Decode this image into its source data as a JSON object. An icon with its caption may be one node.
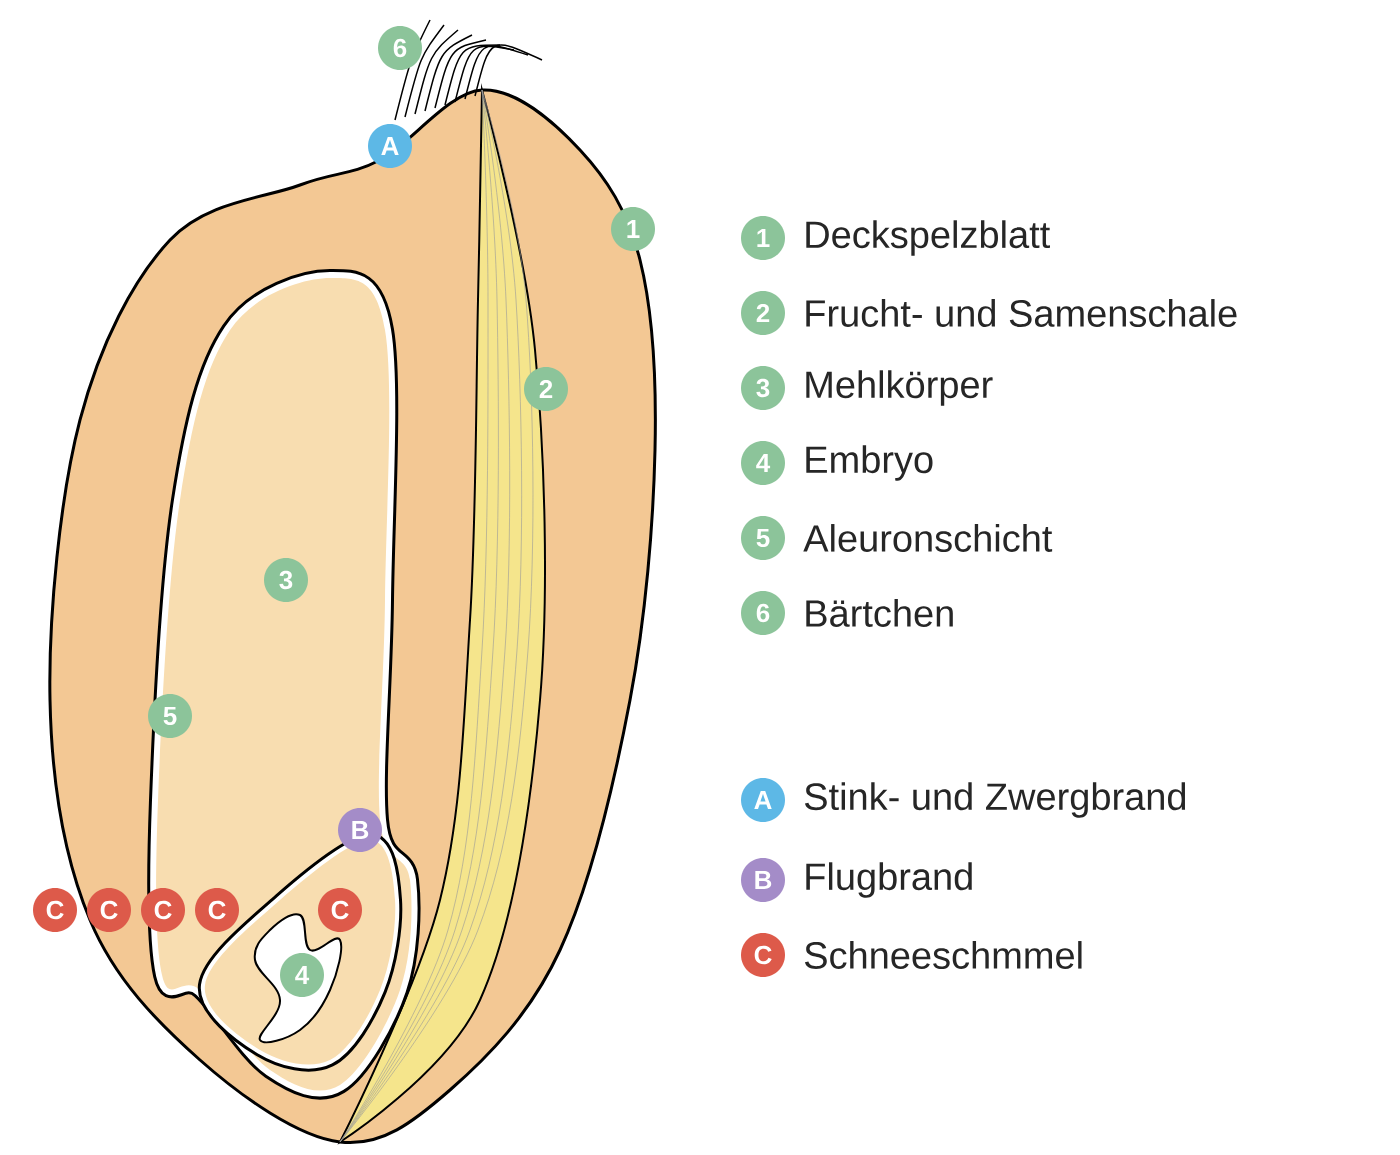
{
  "diagram": {
    "nodes": [
      {
        "text": [
          "6"
        ]
      },
      {
        "text": [
          "A"
        ]
      },
      {
        "text": [
          "1"
        ]
      },
      {
        "text": [
          "2"
        ]
      },
      {
        "text": [
          "3"
        ]
      },
      {
        "text": [
          "5"
        ]
      },
      {
        "text": [
          "B"
        ]
      },
      {
        "text": [
          "C"
        ]
      },
      {
        "text": [
          "C"
        ]
      },
      {
        "text": [
          "C"
        ]
      },
      {
        "text": [
          "C"
        ]
      },
      {
        "text": [
          "C"
        ]
      },
      {
        "text": [
          "4"
        ]
      },
      {
        "text": [
          "1"
        ],
        "beside": [
          "Deckspelzblatt"
        ]
      },
      {
        "text": [
          "2"
        ],
        "beside": [
          "Frucht- und Samenschale"
        ]
      },
      {
        "text": [
          "3"
        ],
        "beside": [
          "Mehlkörper"
        ]
      },
      {
        "text": [
          "4"
        ],
        "beside": [
          "Embryo"
        ]
      },
      {
        "text": [
          "5"
        ],
        "beside": [
          "Aleuronschicht"
        ]
      },
      {
        "text": [
          "6"
        ],
        "beside": [
          "Bärtchen"
        ]
      },
      {
        "text": [
          "A"
        ],
        "beside": [
          "Stink- und Zwergbrand"
        ]
      },
      {
        "text": [
          "B"
        ],
        "beside": [
          "Flugbrand"
        ]
      },
      {
        "text": [
          "C"
        ],
        "beside": [
          "Schneeschmmel"
        ]
      }
    ]
  }
}
